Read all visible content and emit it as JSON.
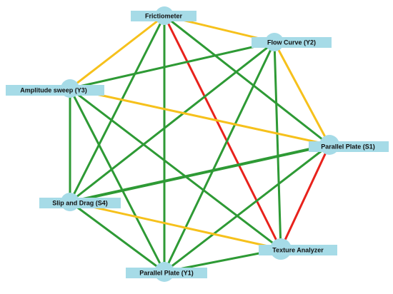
{
  "colors": {
    "green": "#2e9a35",
    "yellow": "#f6c11c",
    "red": "#e8221c",
    "node": "#a6dbe7",
    "label_box": "#a6dbe7",
    "text": "#111111"
  },
  "nodes": [
    {
      "id": "frictiometer",
      "label": "Frictiometer"
    },
    {
      "id": "flow-curve-y2",
      "label": "Flow Curve (Y2)"
    },
    {
      "id": "amplitude-sweep-y3",
      "label": "Amplitude sweep (Y3)"
    },
    {
      "id": "parallel-plate-s1",
      "label": "Parallel Plate (S1)"
    },
    {
      "id": "slip-and-drag-s4",
      "label": "Slip and Drag (S4)"
    },
    {
      "id": "texture-analyzer",
      "label": "Texture Analyzer"
    },
    {
      "id": "parallel-plate-y1",
      "label": "Parallel Plate (Y1)"
    }
  ],
  "edges": [
    {
      "from": "frictiometer",
      "to": "flow-curve-y2",
      "color": "yellow"
    },
    {
      "from": "frictiometer",
      "to": "amplitude-sweep-y3",
      "color": "yellow"
    },
    {
      "from": "frictiometer",
      "to": "parallel-plate-s1",
      "color": "green"
    },
    {
      "from": "frictiometer",
      "to": "slip-and-drag-s4",
      "color": "green"
    },
    {
      "from": "frictiometer",
      "to": "texture-analyzer",
      "color": "red"
    },
    {
      "from": "frictiometer",
      "to": "parallel-plate-y1",
      "color": "green"
    },
    {
      "from": "flow-curve-y2",
      "to": "amplitude-sweep-y3",
      "color": "green"
    },
    {
      "from": "flow-curve-y2",
      "to": "parallel-plate-s1",
      "color": "yellow"
    },
    {
      "from": "flow-curve-y2",
      "to": "slip-and-drag-s4",
      "color": "green"
    },
    {
      "from": "flow-curve-y2",
      "to": "texture-analyzer",
      "color": "green"
    },
    {
      "from": "flow-curve-y2",
      "to": "parallel-plate-y1",
      "color": "green"
    },
    {
      "from": "amplitude-sweep-y3",
      "to": "parallel-plate-s1",
      "color": "yellow"
    },
    {
      "from": "amplitude-sweep-y3",
      "to": "slip-and-drag-s4",
      "color": "green"
    },
    {
      "from": "amplitude-sweep-y3",
      "to": "texture-analyzer",
      "color": "green"
    },
    {
      "from": "amplitude-sweep-y3",
      "to": "parallel-plate-y1",
      "color": "green"
    },
    {
      "from": "parallel-plate-s1",
      "to": "slip-and-drag-s4",
      "color": "green",
      "thick": true
    },
    {
      "from": "parallel-plate-s1",
      "to": "texture-analyzer",
      "color": "red"
    },
    {
      "from": "parallel-plate-s1",
      "to": "parallel-plate-y1",
      "color": "green"
    },
    {
      "from": "slip-and-drag-s4",
      "to": "texture-analyzer",
      "color": "yellow"
    },
    {
      "from": "slip-and-drag-s4",
      "to": "parallel-plate-y1",
      "color": "green"
    },
    {
      "from": "texture-analyzer",
      "to": "parallel-plate-y1",
      "color": "green"
    }
  ]
}
